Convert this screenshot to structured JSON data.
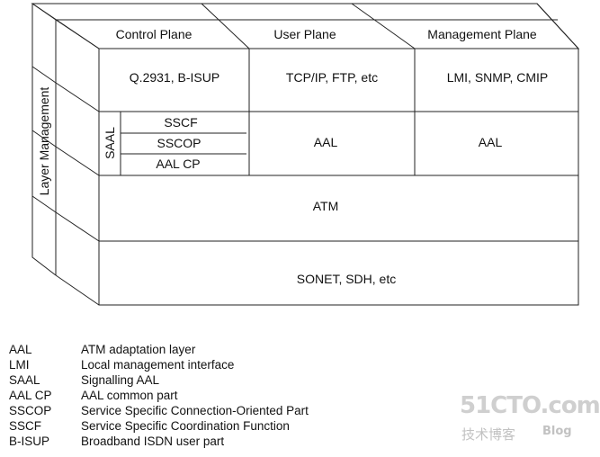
{
  "diagram": {
    "planes": {
      "control": "Control Plane",
      "user": "User Plane",
      "management": "Management Plane"
    },
    "layer_management": "Layer Management",
    "row_upper": {
      "control": "Q.2931, B-ISUP",
      "user": "TCP/IP, FTP, etc",
      "management": "LMI, SNMP, CMIP"
    },
    "saal": {
      "label": "SAAL",
      "sublayers": [
        "SSCF",
        "SSCOP",
        "AAL CP"
      ]
    },
    "row_aal": {
      "user": "AAL",
      "management": "AAL"
    },
    "row_atm": "ATM",
    "row_physical": "SONET, SDH, etc"
  },
  "legend": [
    {
      "abbr": "AAL",
      "desc": "ATM adaptation layer"
    },
    {
      "abbr": "LMI",
      "desc": "Local management interface"
    },
    {
      "abbr": "SAAL",
      "desc": "Signalling AAL"
    },
    {
      "abbr": "AAL CP",
      "desc": "AAL common part"
    },
    {
      "abbr": "SSCOP",
      "desc": "Service Specific Connection-Oriented Part"
    },
    {
      "abbr": "SSCF",
      "desc": "Service Specific Coordination Function"
    },
    {
      "abbr": "B-ISUP",
      "desc": "Broadband ISDN user part"
    }
  ],
  "watermark": {
    "main": "51CTO.com",
    "sub": "技术博客",
    "blog": "Blog"
  }
}
